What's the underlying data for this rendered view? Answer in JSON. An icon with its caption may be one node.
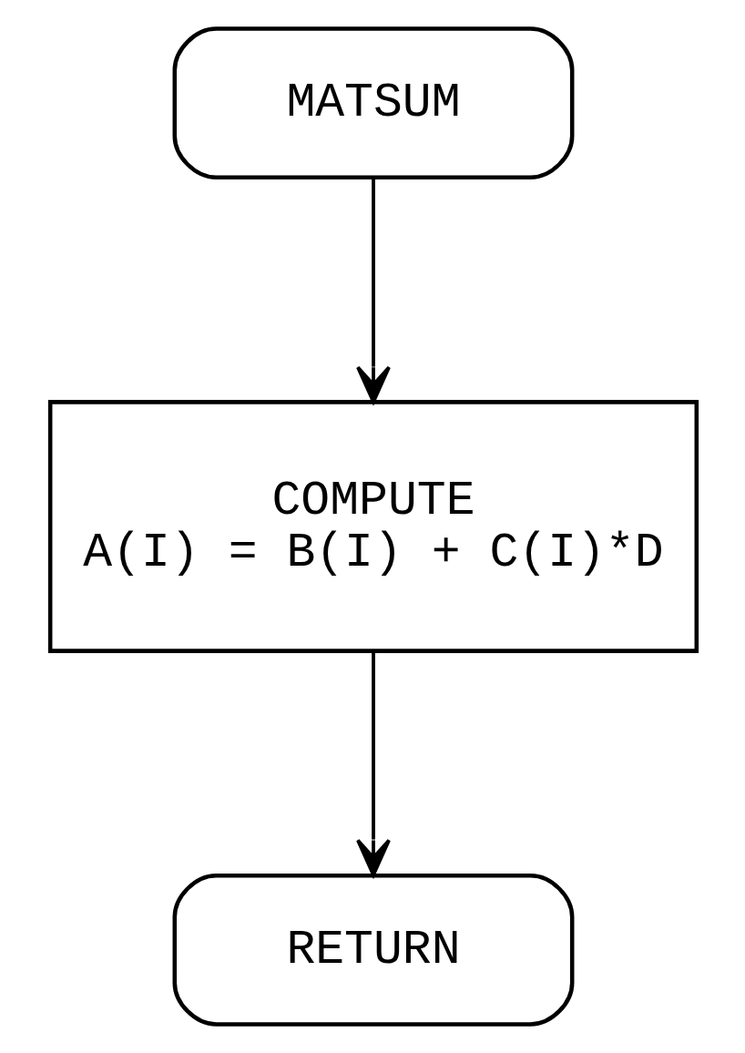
{
  "diagram": {
    "nodes": [
      {
        "text": [
          "MATSUM"
        ]
      },
      {
        "text": [
          "COMPUTE",
          "A(I) = B(I) + C(I)*D"
        ]
      },
      {
        "text": [
          "RETURN"
        ]
      }
    ],
    "edges": [
      {
        "from": 0,
        "to": 1,
        "arrow": "to"
      },
      {
        "from": 1,
        "to": 2,
        "arrow": "to"
      }
    ]
  }
}
